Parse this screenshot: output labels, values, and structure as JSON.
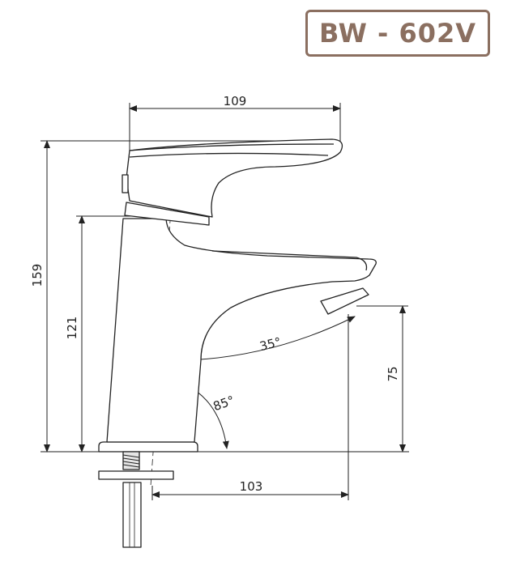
{
  "model": "BW - 602V",
  "dimensions": {
    "width_top": "109",
    "total_height": "159",
    "body_height": "121",
    "spout_height": "75",
    "spout_reach": "103"
  },
  "angles": {
    "spout_angle": "35°",
    "body_angle": "85°"
  },
  "colors": {
    "brand": "#8b6f60",
    "line": "#222222"
  }
}
